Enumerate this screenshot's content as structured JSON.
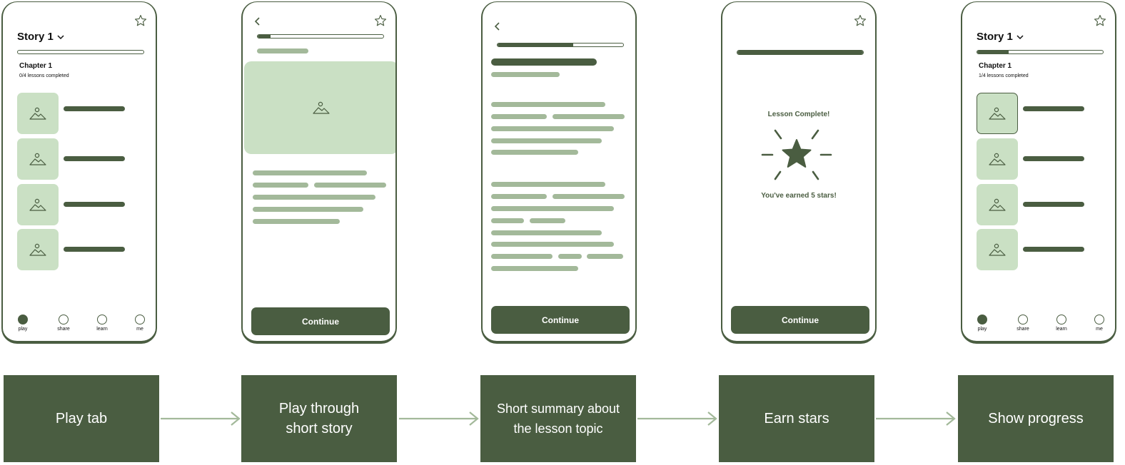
{
  "colors": {
    "primary": "#4a5d41",
    "light": "#cae0c4",
    "muted": "#a3b99a",
    "arrow": "#a3b99a"
  },
  "screens": [
    {
      "id": "play-tab",
      "title": "Story 1",
      "chapter": "Chapter 1",
      "lessons_completed": "0/4 lessons completed",
      "progress": 0,
      "nav": [
        "play",
        "share",
        "learn",
        "me"
      ],
      "active_nav": "play"
    },
    {
      "id": "story",
      "progress": 0.1,
      "button": "Continue"
    },
    {
      "id": "summary",
      "progress": 0.6,
      "button": "Continue"
    },
    {
      "id": "stars",
      "progress": 1,
      "heading": "Lesson Complete!",
      "subtext": "You've earned 5 stars!",
      "button": "Continue"
    },
    {
      "id": "progress",
      "title": "Story 1",
      "chapter": "Chapter 1",
      "lessons_completed": "1/4 lessons completed",
      "progress": 0.25,
      "nav": [
        "play",
        "share",
        "learn",
        "me"
      ],
      "active_nav": "play"
    }
  ],
  "steps": [
    {
      "label": "Play tab"
    },
    {
      "line1": "Play through",
      "line2": "short story"
    },
    {
      "line1": "Short summary about",
      "line2": "the lesson topic"
    },
    {
      "label": "Earn stars"
    },
    {
      "label": "Show progress"
    }
  ]
}
